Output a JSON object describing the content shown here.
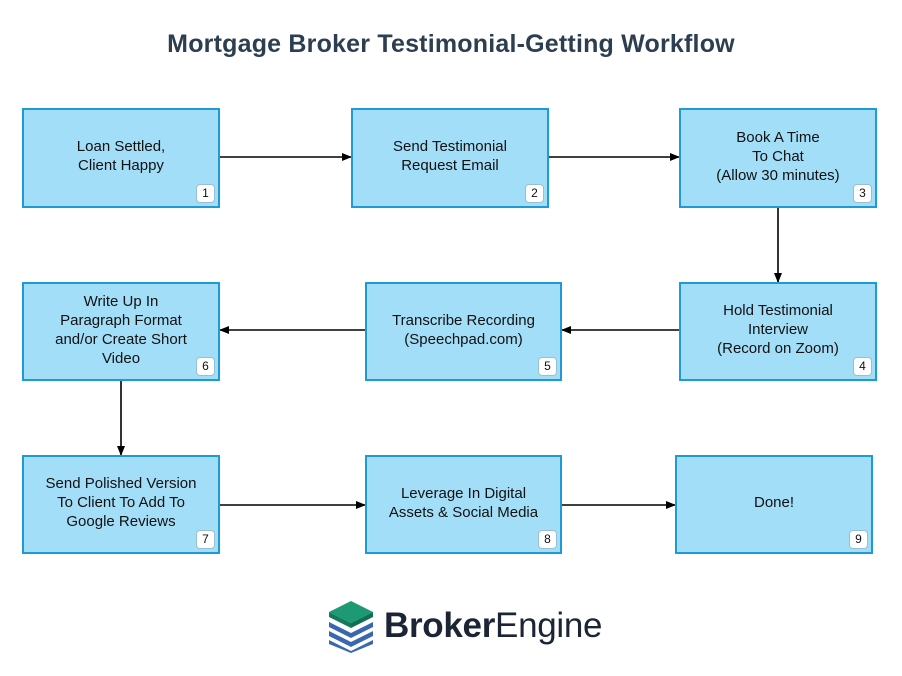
{
  "title": "Mortgage Broker Testimonial-Getting Workflow",
  "steps": [
    {
      "number": "1",
      "label": "Loan Settled,\nClient Happy"
    },
    {
      "number": "2",
      "label": "Send Testimonial\nRequest Email"
    },
    {
      "number": "3",
      "label": "Book A Time\nTo Chat\n(Allow 30 minutes)"
    },
    {
      "number": "4",
      "label": "Hold Testimonial\nInterview\n(Record on Zoom)"
    },
    {
      "number": "5",
      "label": "Transcribe Recording\n(Speechpad.com)"
    },
    {
      "number": "6",
      "label": "Write Up In\nParagraph Format\nand/or Create Short\nVideo"
    },
    {
      "number": "7",
      "label": "Send Polished Version\nTo Client To Add To\nGoogle Reviews"
    },
    {
      "number": "8",
      "label": "Leverage In Digital\nAssets & Social Media"
    },
    {
      "number": "9",
      "label": "Done!"
    }
  ],
  "logo": {
    "bold": "Broker",
    "regular": "Engine"
  },
  "colors": {
    "box_fill": "#a3def8",
    "box_border": "#1e9ad6",
    "title": "#2c3e50",
    "logo_top": "#1d9a73",
    "logo_layers": "#3a68b0"
  }
}
